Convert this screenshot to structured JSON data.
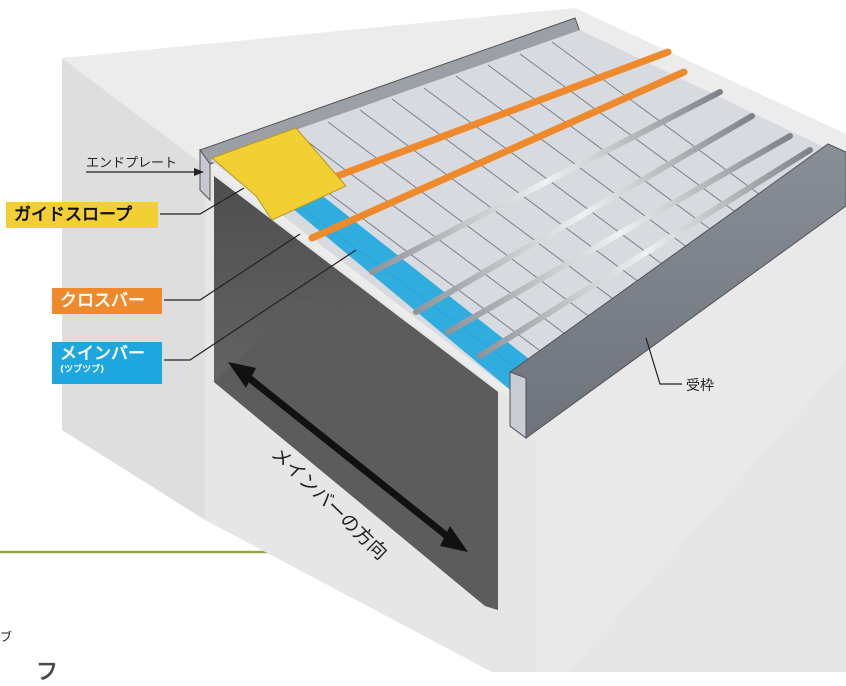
{
  "labels": {
    "end_plate": "エンドプレート",
    "guide_slope": "ガイドスロープ",
    "cross_bar": "クロスバー",
    "main_bar": "メインバー",
    "main_bar_sub": "(ツブツブ)",
    "receiving_frame": "受枠",
    "direction": "メインバーの方向"
  },
  "partial_text": {
    "left_edge": "ブ",
    "bottom_edge": "フ"
  },
  "colors": {
    "guide_slope": "#f2cf32",
    "cross_bar": "#ef8a2c",
    "main_bar": "#1ea7df",
    "concrete": "#e4e4e4",
    "channel": "#6f6f6f",
    "divider_line": "#93a843"
  }
}
